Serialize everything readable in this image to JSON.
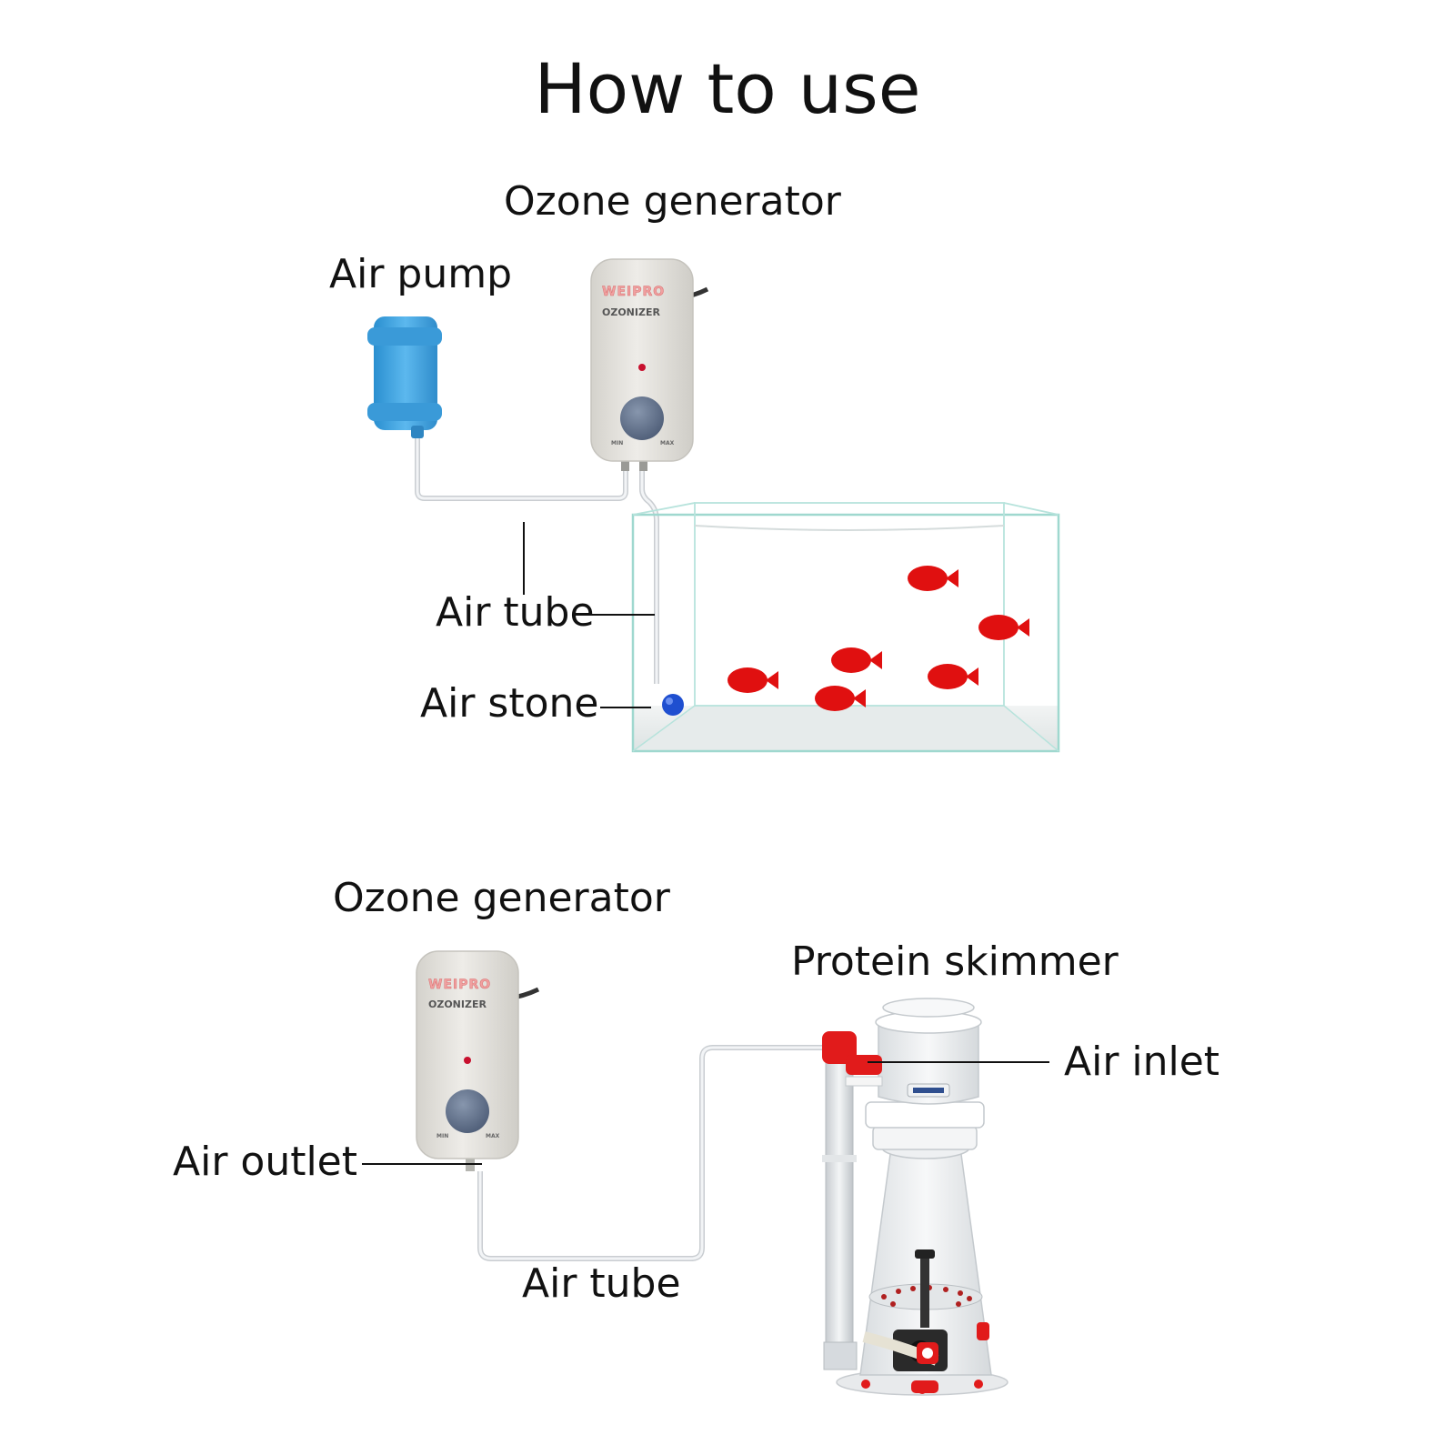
{
  "title": "How to use",
  "device": {
    "brand": "WEIPRO",
    "model": "OZONIZER",
    "knob_min": "MIN",
    "knob_max": "MAX"
  },
  "diagram_top": {
    "label_ozone_generator": "Ozone generator",
    "label_air_pump": "Air pump",
    "label_air_tube": "Air tube",
    "label_air_stone": "Air stone"
  },
  "diagram_bottom": {
    "label_ozone_generator": "Ozone generator",
    "label_protein_skimmer": "Protein skimmer",
    "label_air_inlet": "Air inlet",
    "label_air_outlet": "Air outlet",
    "label_air_tube": "Air tube"
  },
  "colors": {
    "text": "#111111",
    "pump_blue": "#3fa3df",
    "generator_body": "#e4e2dd",
    "knob": "#5f6f88",
    "fish_red": "#e01010",
    "tank_edge": "#9fd8cf",
    "air_stone": "#1f4fd0",
    "skimmer_red": "#e11b1b",
    "tube": "#e9eef2"
  }
}
